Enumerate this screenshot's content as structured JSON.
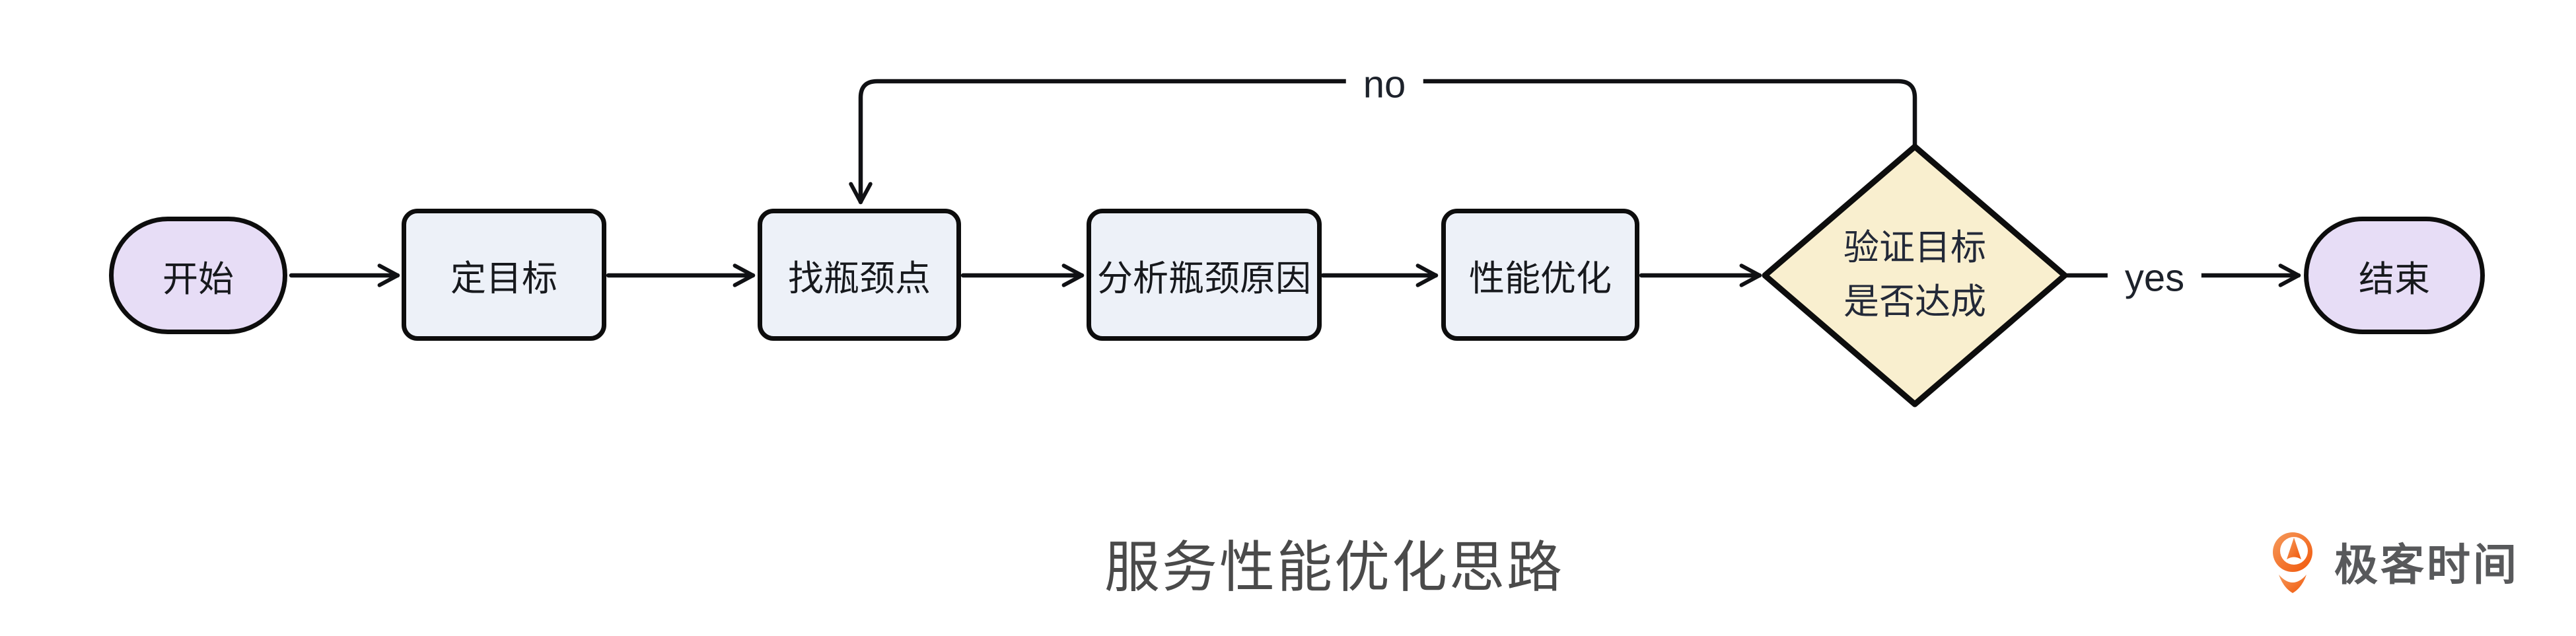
{
  "diagram": {
    "title": "服务性能优化思路",
    "nodes": {
      "start": {
        "label": "开始",
        "shape": "stadium",
        "fill": "#e7ddf6"
      },
      "set_goal": {
        "label": "定目标",
        "shape": "rect",
        "fill": "#edf1f8"
      },
      "find_bottleneck": {
        "label": "找瓶颈点",
        "shape": "rect",
        "fill": "#edf1f8"
      },
      "analyze_cause": {
        "label": "分析瓶颈原因",
        "shape": "rect",
        "fill": "#edf1f8"
      },
      "optimize": {
        "label": "性能优化",
        "shape": "rect",
        "fill": "#edf1f8"
      },
      "verify": {
        "line1": "验证目标",
        "line2": "是否达成",
        "shape": "diamond",
        "fill": "#f9efcf"
      },
      "end": {
        "label": "结束",
        "shape": "stadium",
        "fill": "#e7ddf6"
      }
    },
    "edges": [
      {
        "from": "start",
        "to": "set_goal",
        "label": ""
      },
      {
        "from": "set_goal",
        "to": "find_bottleneck",
        "label": ""
      },
      {
        "from": "find_bottleneck",
        "to": "analyze_cause",
        "label": ""
      },
      {
        "from": "analyze_cause",
        "to": "optimize",
        "label": ""
      },
      {
        "from": "optimize",
        "to": "verify",
        "label": ""
      },
      {
        "from": "verify",
        "to": "end",
        "label": "yes"
      },
      {
        "from": "verify",
        "to": "find_bottleneck",
        "label": "no"
      }
    ],
    "colors": {
      "stadium_fill": "#e7ddf6",
      "rect_fill": "#edf1f8",
      "diamond_fill": "#f9efcf",
      "stroke": "#0d0d0d",
      "title_text": "#4a4a4a"
    }
  },
  "branding": {
    "logo_text": "极客时间",
    "logo_text_color": "#58595b",
    "logo_orange_light": "#f59a5c",
    "logo_orange_deep": "#f1570a"
  }
}
